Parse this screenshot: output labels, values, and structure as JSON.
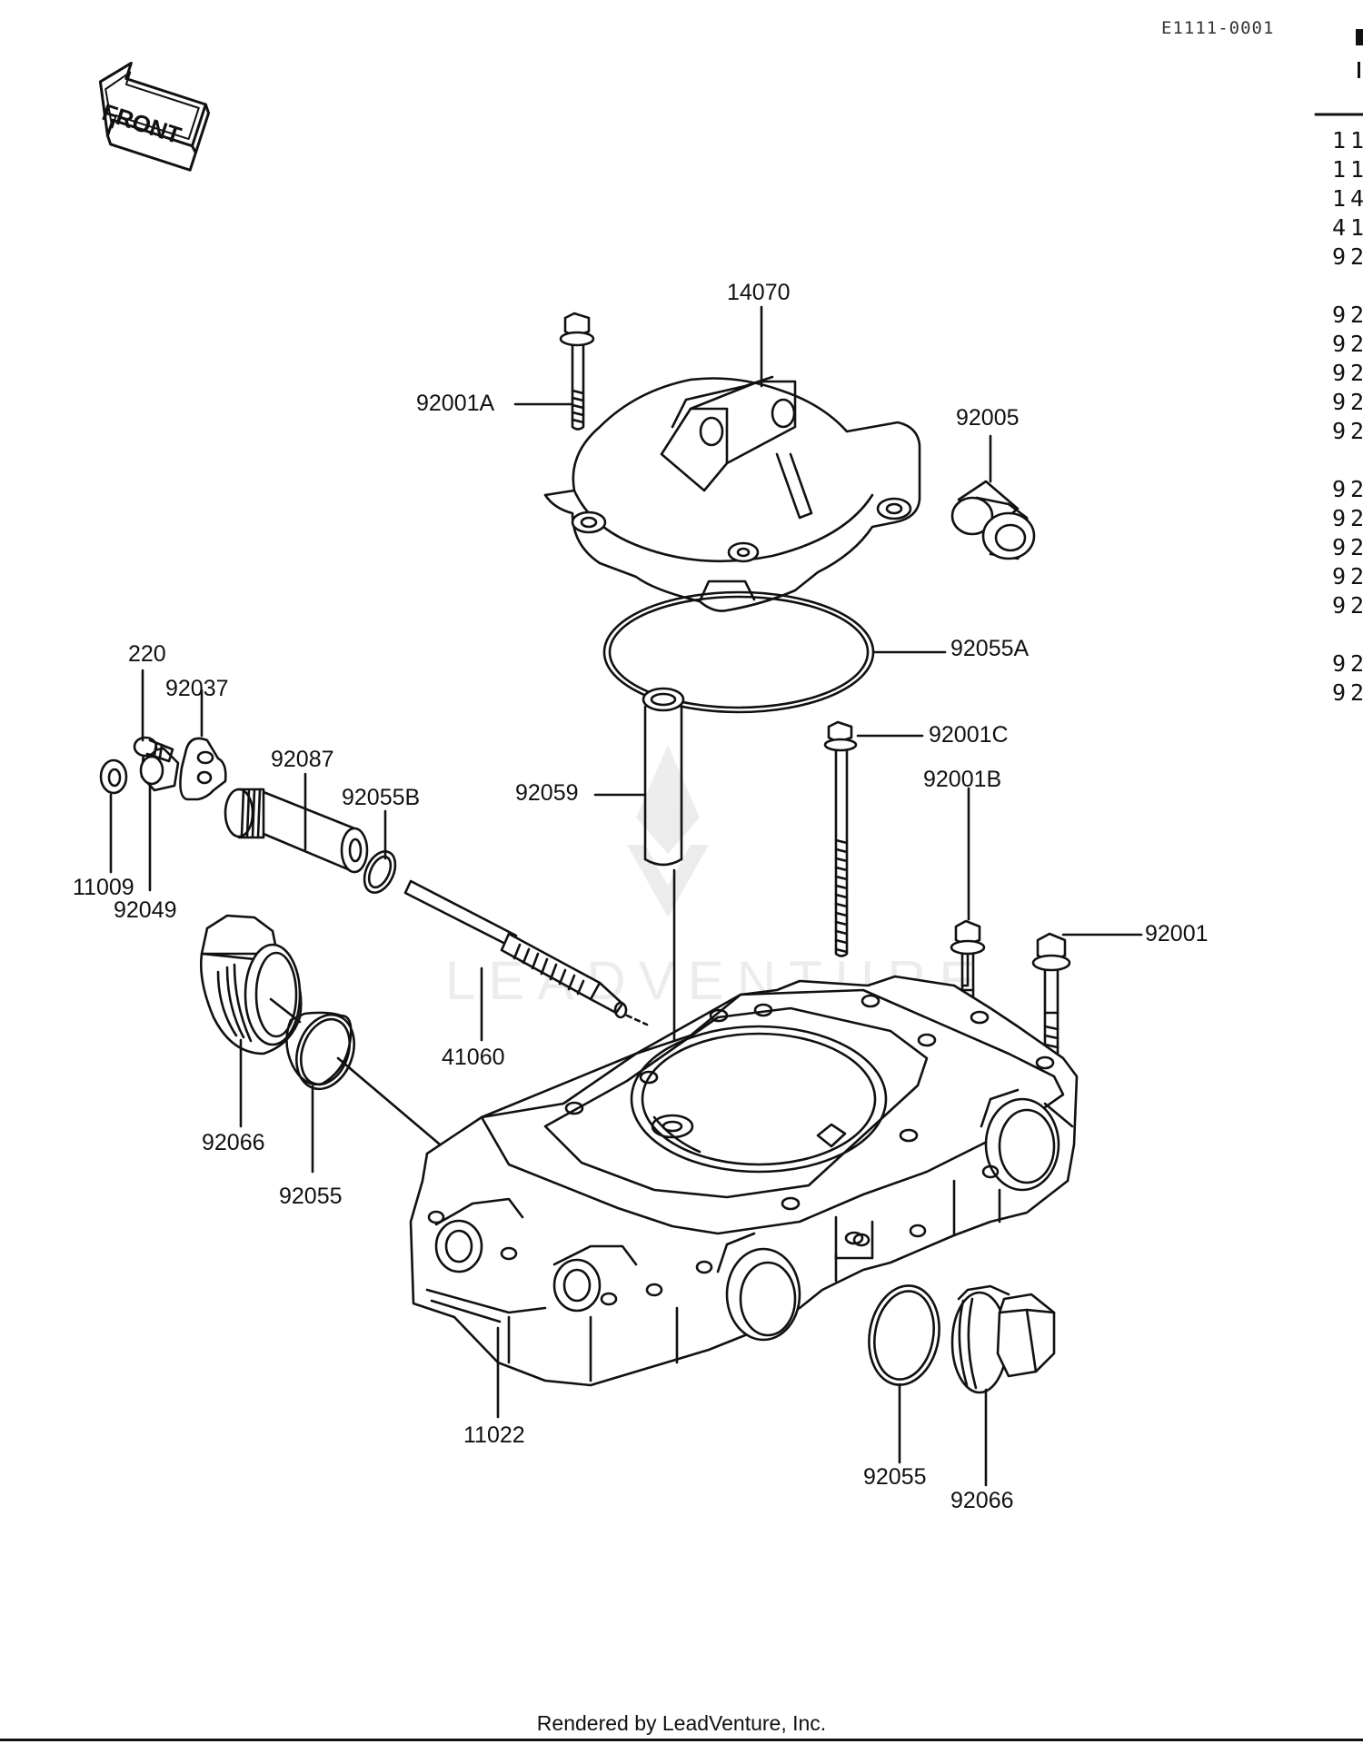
{
  "header": {
    "diagram_code": "E1111-0001"
  },
  "front_arrow": {
    "label": "FRONT",
    "icon": "front-arrow-icon"
  },
  "callouts": {
    "c14070": "14070",
    "c92001A": "92001A",
    "c92005": "92005",
    "c92055A": "92055A",
    "c220": "220",
    "c92037": "92037",
    "c92087": "92087",
    "c92055B": "92055B",
    "c92059": "92059",
    "c92001C": "92001C",
    "c92001B": "92001B",
    "c11009": "11009",
    "c92049": "92049",
    "c92001": "92001",
    "c41060": "41060",
    "c92066_left": "92066",
    "c92055_left": "92055",
    "c11022": "11022",
    "c92055_right": "92055",
    "c92066_right": "92066"
  },
  "parts_list": [
    "11",
    "11",
    "14",
    "41",
    "92",
    "92",
    "92",
    "92",
    "92",
    "92",
    "92",
    "92",
    "92",
    "92",
    "92",
    "92",
    "92"
  ],
  "footer": {
    "credit": "Rendered by LeadVenture, Inc."
  }
}
